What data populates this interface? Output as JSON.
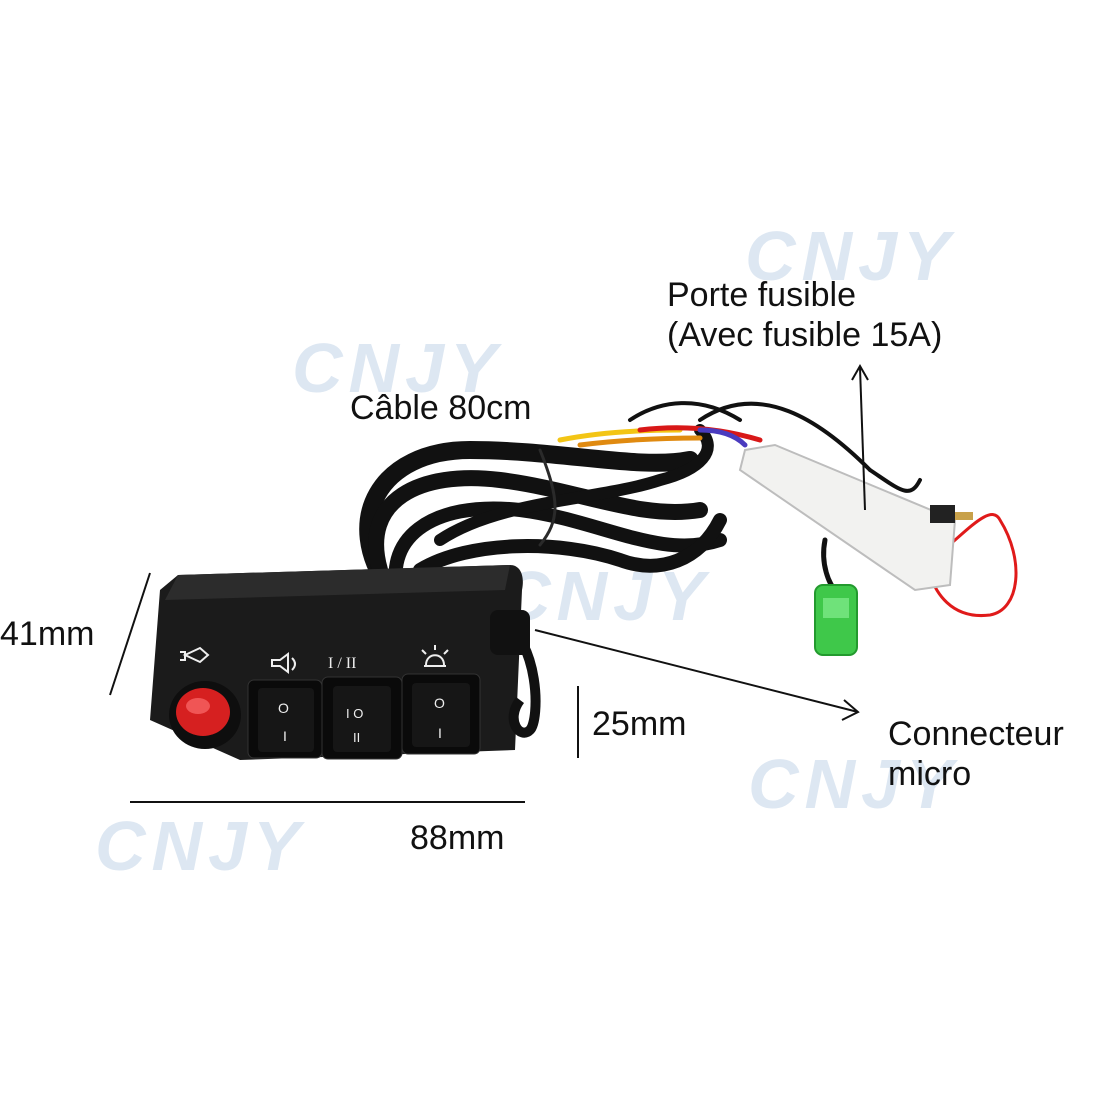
{
  "watermark": {
    "text": "CNJY",
    "color": "#dde7f2"
  },
  "labels": {
    "porte_fusible_line1": "Porte fusible",
    "porte_fusible_line2": "(Avec fusible 15A)",
    "cable": "Câble 80cm",
    "height": "41mm",
    "depth": "25mm",
    "width": "88mm",
    "connecteur_line1": "Connecteur",
    "connecteur_line2": "micro"
  },
  "switch_panel": {
    "switch_legend": "I / II",
    "rocker_left": [
      "O",
      "I"
    ],
    "rocker_middle": [
      "I O",
      "II"
    ],
    "rocker_right": [
      "O",
      "I"
    ],
    "horn_button_color": "#d62020"
  },
  "icons": [
    "horn-icon",
    "siren-speaker-icon",
    "beacon-light-icon"
  ]
}
